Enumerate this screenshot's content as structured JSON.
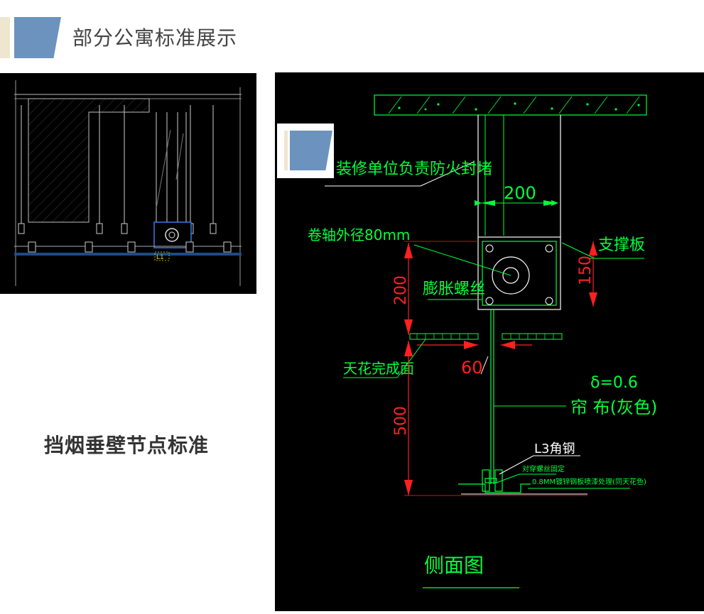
{
  "header": {
    "title": "部分公寓标准展示"
  },
  "caption": "挡烟垂壁节点标准",
  "left_drawing": {
    "label": "L1"
  },
  "side_view": {
    "fire_seal_note": "装修单位负责防火封堵",
    "width_dim": "200",
    "reel_diameter": "卷轴外径80mm",
    "support_plate": "支撑板",
    "height_dim_left": "200",
    "height_dim_right": "150",
    "expansion_bolt": "膨胀螺丝",
    "ceiling_finish": "天花完成面",
    "gap_dim": "60",
    "thickness": "δ=0.6",
    "curtain": "帘  布(灰色)",
    "drop_dim": "500",
    "angle_steel": "L3角钢",
    "through_bolt": "对穿螺丝固定",
    "bottom_note": "0.8MM镀锌钢板喷漆处理(同天花色)",
    "view_title": "侧面图"
  },
  "colors": {
    "header_blue": "#6b93bd",
    "header_beige": "#efe6cf",
    "cad_green": "#00ff3c",
    "cad_red": "#ff2020",
    "cad_white": "#ffffff"
  }
}
